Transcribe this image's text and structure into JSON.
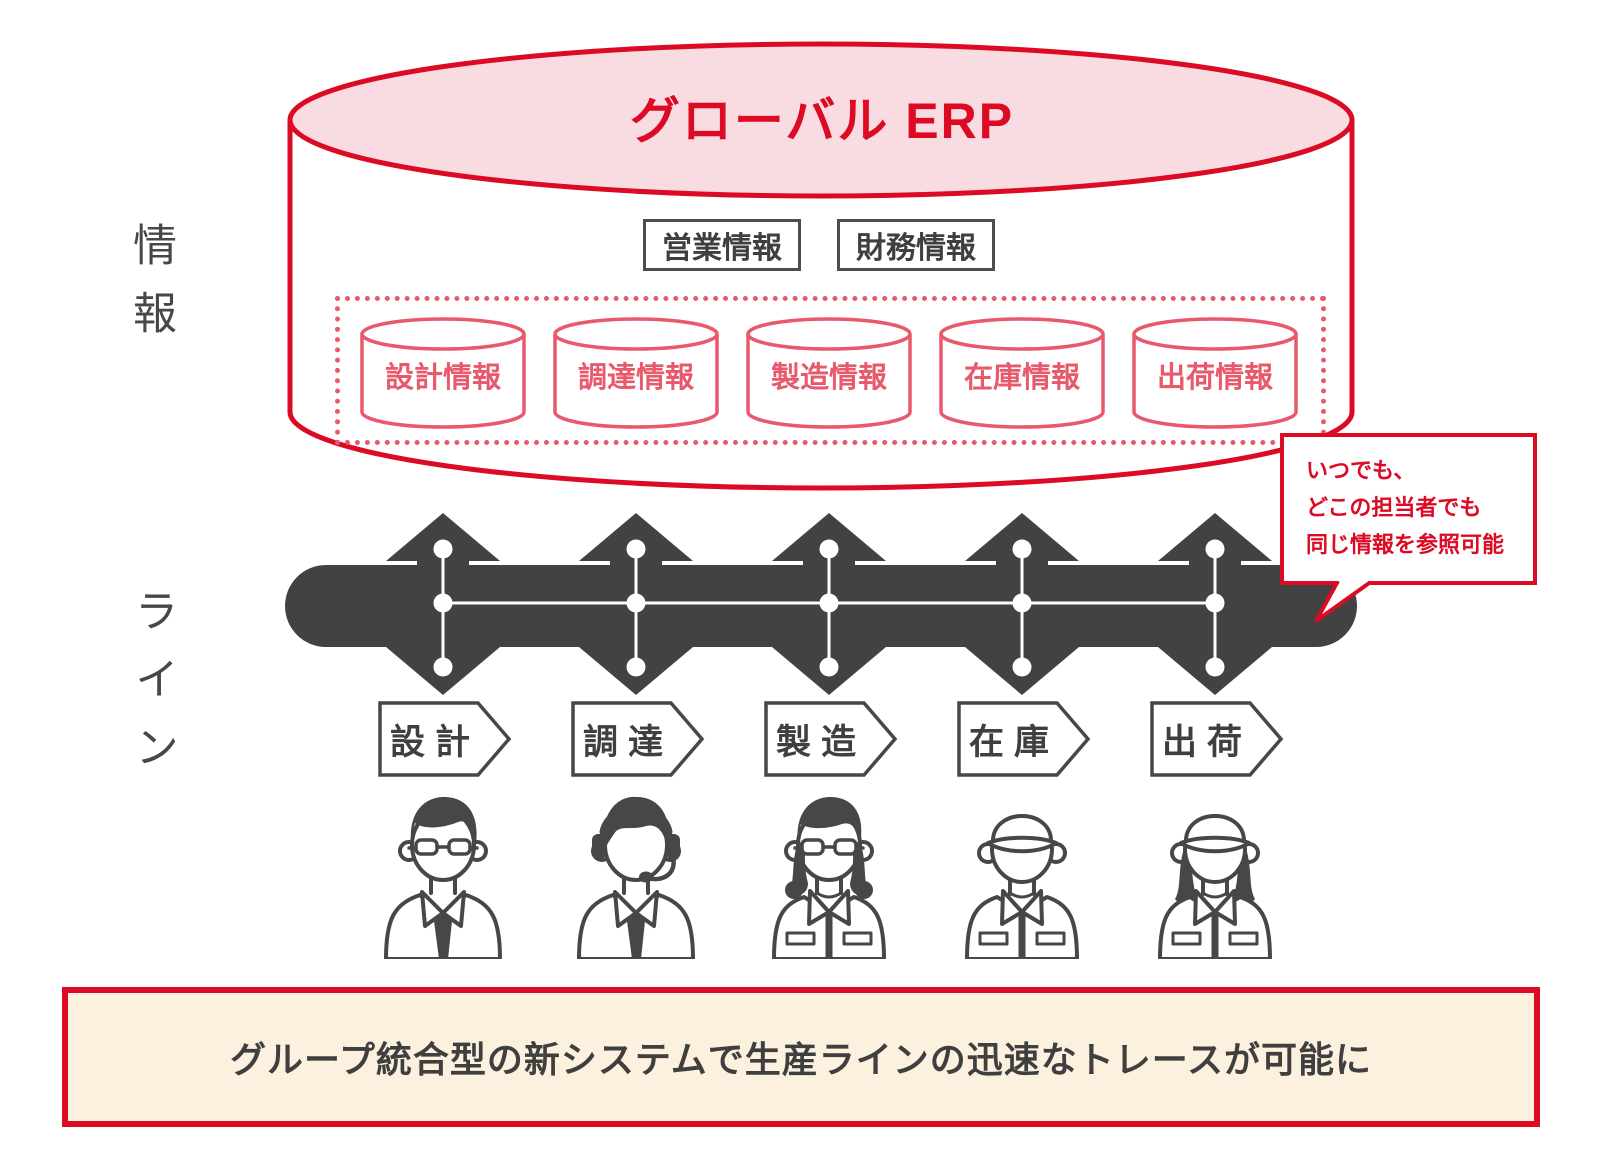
{
  "colors": {
    "main_red": "#dc0a23",
    "pink_fill": "#f8dce1",
    "coral_red": "#e8596b",
    "dark_gray": "#474747",
    "banner_cream": "#fcf1df"
  },
  "erp_cylinder": {
    "title": "グローバル ERP"
  },
  "info_boxes": [
    {
      "label": "営業情報"
    },
    {
      "label": "財務情報"
    }
  ],
  "databases": [
    {
      "label": "設計情報"
    },
    {
      "label": "調達情報"
    },
    {
      "label": "製造情報"
    },
    {
      "label": "在庫情報"
    },
    {
      "label": "出荷情報"
    }
  ],
  "side_labels": {
    "information": "情報",
    "line": "ライン"
  },
  "callout": {
    "line1": "いつでも、",
    "line2": "どこの担当者でも",
    "line3": "同じ情報を参照可能"
  },
  "process_steps": [
    {
      "label": "設計",
      "worker_icon": "designer-man-glasses"
    },
    {
      "label": "調達",
      "worker_icon": "operator-headset"
    },
    {
      "label": "製造",
      "worker_icon": "factory-woman-glasses"
    },
    {
      "label": "在庫",
      "worker_icon": "warehouse-man-cap"
    },
    {
      "label": "出荷",
      "worker_icon": "shipping-woman-cap"
    }
  ],
  "banner": {
    "text": "グループ統合型の新システムで生産ラインの迅速なトレースが可能に"
  }
}
